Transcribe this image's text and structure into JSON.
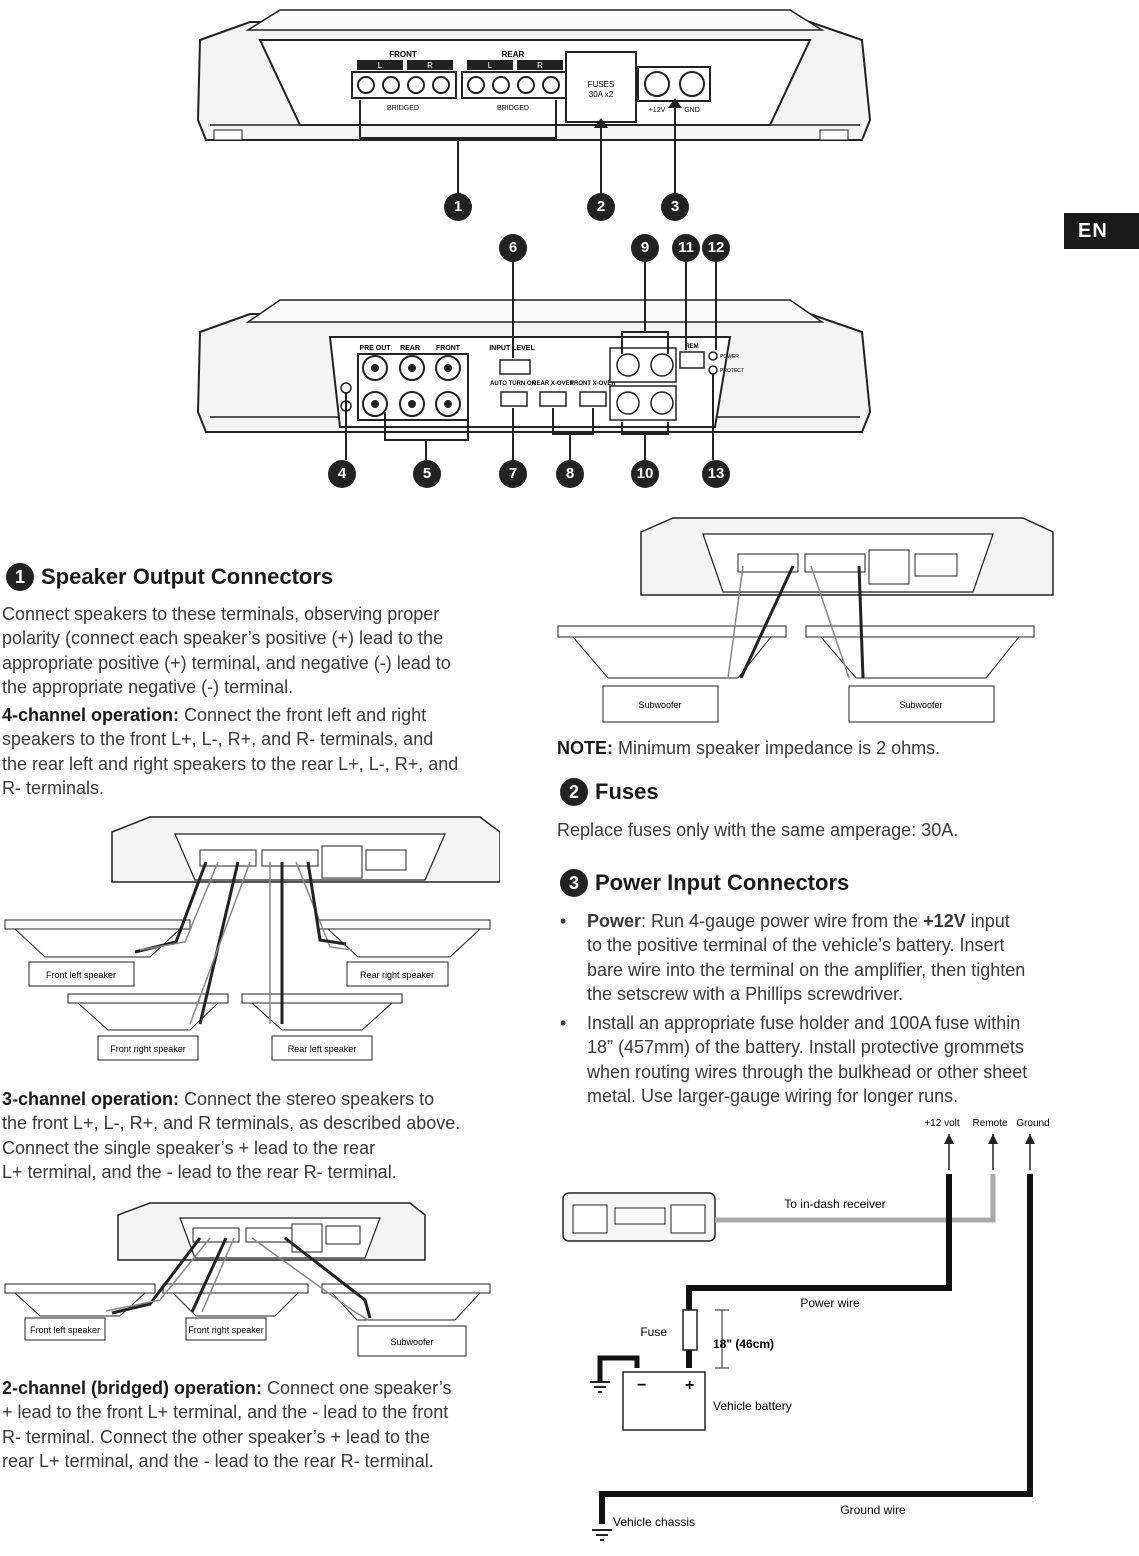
{
  "lang_tab": "EN",
  "top_figure": {
    "front_label": "FRONT",
    "rear_label": "REAR",
    "l_label": "L",
    "r_label": "R",
    "bridged": "BRIDGED",
    "fuses_line1": "FUSES",
    "fuses_line2": "30A x2",
    "plus12v": "+12V",
    "gnd": "GND",
    "callouts": [
      "1",
      "2",
      "3"
    ]
  },
  "mid_figure": {
    "pre_out": "PRE OUT",
    "rear": "REAR",
    "front": "FRONT",
    "input_level": "INPUT LEVEL",
    "auto_turn_on": "AUTO TURN ON",
    "rear_xover": "REAR X-OVER",
    "front_xover": "FRONT X-OVER",
    "rem": "REM",
    "power": "POWER",
    "protect": "PROTECT",
    "callouts_top": [
      "6",
      "9",
      "11",
      "12"
    ],
    "callouts_bottom": [
      "4",
      "5",
      "7",
      "8",
      "10",
      "13"
    ]
  },
  "section1": {
    "num": "1",
    "title": "Speaker Output Connectors",
    "intro": [
      "Connect speakers to these terminals, observing proper",
      "polarity (connect each speaker’s positive (+) lead to the",
      "appropriate positive (+) terminal, and negative (-) lead to",
      "the appropriate negative (-) terminal."
    ],
    "four_ch_bold": "4-channel operation:",
    "four_ch": [
      " Connect the front left and right",
      "speakers to the front L+, L-, R+, and R- terminals, and",
      "the rear left and right speakers to the rear L+, L-, R+, and",
      "R- terminals."
    ],
    "three_ch_bold": "3-channel operation:",
    "three_ch": [
      " Connect the stereo speakers to",
      "the front L+, L-, R+, and R terminals, as described above.",
      "Connect the single speaker’s + lead to the rear",
      "L+ terminal, and the - lead to the rear R- terminal."
    ],
    "two_ch_bold": "2-channel (bridged) operation:",
    "two_ch": [
      " Connect one speaker’s",
      "+ lead to the front L+ terminal, and the - lead to the front",
      "R- terminal. Connect the other speaker’s + lead to the",
      "rear L+ terminal, and the - lead to the rear R- terminal."
    ]
  },
  "fig4ch": {
    "front_left": "Front left speaker",
    "rear_right": "Rear right speaker",
    "front_right": "Front right speaker",
    "rear_left": "Rear left speaker"
  },
  "fig3ch": {
    "front_left": "Front left speaker",
    "front_right": "Front right speaker",
    "subwoofer": "Subwoofer"
  },
  "fig2ch": {
    "sub1": "Subwoofer",
    "sub2": "Subwoofer"
  },
  "note": {
    "bold": "NOTE:",
    "text": " Minimum speaker impedance is 2 ohms."
  },
  "section2": {
    "num": "2",
    "title": "Fuses",
    "text": "Replace fuses only with the same amperage: 30A."
  },
  "section3": {
    "num": "3",
    "title": "Power Input Connectors",
    "bullet1_bold": "Power",
    "bullet1_a": ": Run 4-gauge power wire from the ",
    "bullet1_bold2": "+12V",
    "bullet1_b": " input",
    "bullet1_lines": [
      "to the positive terminal of the vehicle’s battery. Insert",
      "bare wire into the terminal on the amplifier, then tighten",
      "the setscrew with a Phillips screwdriver."
    ],
    "bullet2_lines": [
      "Install an appropriate fuse holder and 100A fuse within",
      "18” (457mm) of the battery. Install protective grommets",
      "when routing wires through the bulkhead or other sheet",
      "metal. Use larger-gauge wiring for longer runs."
    ]
  },
  "wiring": {
    "plus12": "+12 volt",
    "remote": "Remote",
    "ground": "Ground",
    "to_receiver": "To in-dash receiver",
    "power_wire": "Power wire",
    "fuse": "Fuse",
    "distance": "18\" (46cm)",
    "battery": "Vehicle battery",
    "ground_wire": "Ground wire",
    "chassis": "Vehicle chassis"
  }
}
